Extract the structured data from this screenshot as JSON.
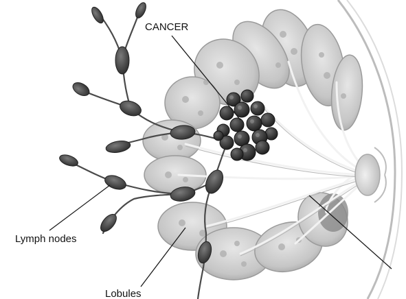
{
  "labels": {
    "cancer": "CANCER",
    "lymph_nodes": "Lymph nodes",
    "lobules": "Lobules"
  },
  "colors": {
    "background": "#ffffff",
    "tissue_light": "#d9d9d9",
    "tissue_mid": "#bdbdbd",
    "tissue_dark": "#8a8a8a",
    "node_dark": "#3a3a3a",
    "tumor": "#2b2b2b",
    "leader_line": "#1a1a1a"
  }
}
